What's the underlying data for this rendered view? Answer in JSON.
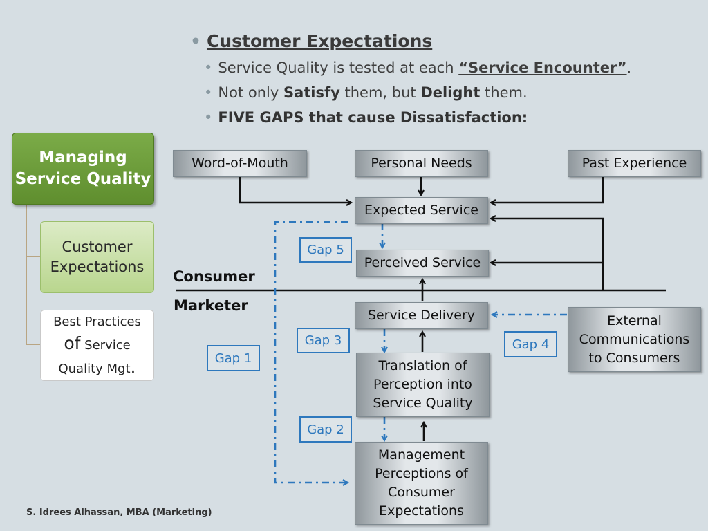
{
  "header": {
    "title": "Customer Expectations",
    "bullet1_pre": "Service Quality is tested at each ",
    "bullet1_em": "“Service Encounter”",
    "bullet1_post": ".",
    "bullet2_pre": "Not only ",
    "bullet2_b1": "Satisfy",
    "bullet2_mid": " them, but ",
    "bullet2_b2": "Delight",
    "bullet2_post": " them.",
    "bullet3": "FIVE GAPS that cause Dissatisfaction:"
  },
  "nav": {
    "main_line1": "Managing",
    "main_line2": "Service Quality",
    "item1_line1": "Customer",
    "item1_line2": "Expectations",
    "item2_line1": "Best Practices",
    "item2_of": "of",
    "item2_line2a": " Service",
    "item2_line3": "Quality Mgt",
    "item2_dot": "."
  },
  "diagram": {
    "word_of_mouth": "Word-of-Mouth",
    "personal_needs": "Personal Needs",
    "past_experience": "Past Experience",
    "expected_service": "Expected Service",
    "perceived_service": "Perceived Service",
    "consumer": "Consumer",
    "marketer": "Marketer",
    "service_delivery": "Service Delivery",
    "external_line1": "External",
    "external_line2": "Communications",
    "external_line3": "to Consumers",
    "translation_line1": "Translation of",
    "translation_line2": "Perception into",
    "translation_line3": "Service Quality",
    "mgmt_line1": "Management",
    "mgmt_line2": "Perceptions of",
    "mgmt_line3": "Consumer",
    "mgmt_line4": "Expectations",
    "gap1": "Gap 1",
    "gap2": "Gap 2",
    "gap3": "Gap 3",
    "gap4": "Gap 4",
    "gap5": "Gap 5"
  },
  "footer": "S. Idrees Alhassan, MBA (Marketing)",
  "colors": {
    "background": "#d6dee3",
    "nav_green": "#6a9a38",
    "gap_blue": "#2e78bd"
  }
}
